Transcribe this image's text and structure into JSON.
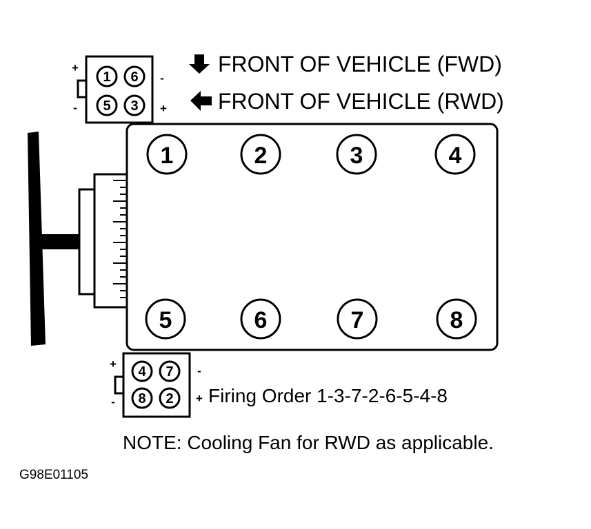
{
  "legend": {
    "fwd": "FRONT OF VEHICLE (FWD)",
    "rwd": "FRONT OF VEHICLE (RWD)"
  },
  "engine": {
    "cylinders_top": [
      "1",
      "2",
      "3",
      "4"
    ],
    "cylinders_bottom": [
      "5",
      "6",
      "7",
      "8"
    ]
  },
  "coil_pack_top": {
    "positions": [
      "1",
      "6",
      "5",
      "3"
    ],
    "polarity": [
      "+",
      "-",
      "-",
      "+"
    ]
  },
  "coil_pack_bottom": {
    "positions": [
      "4",
      "7",
      "8",
      "2"
    ],
    "polarity": [
      "+",
      "-",
      "-",
      "+"
    ]
  },
  "firing_order": "Firing Order 1-3-7-2-6-5-4-8",
  "note": "NOTE:  Cooling Fan for RWD as applicable.",
  "figure_id": "G98E01105"
}
